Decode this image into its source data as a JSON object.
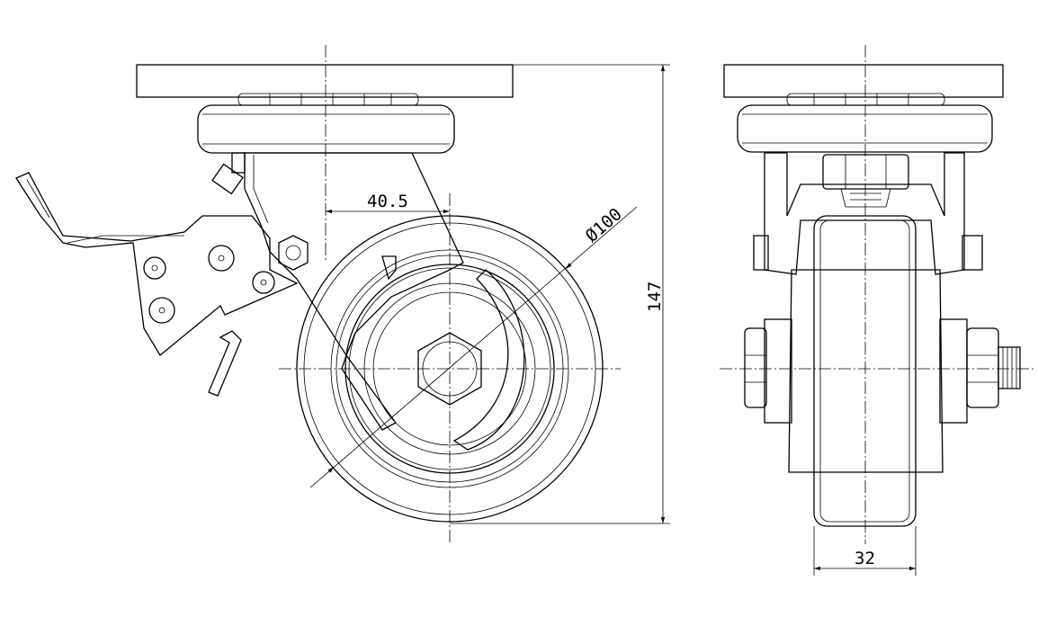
{
  "dimensions": {
    "offset": "40.5",
    "wheel_diameter": "Ø100",
    "total_height": "147",
    "wheel_width": "32"
  },
  "colors": {
    "line": "#000000",
    "background": "#ffffff"
  }
}
